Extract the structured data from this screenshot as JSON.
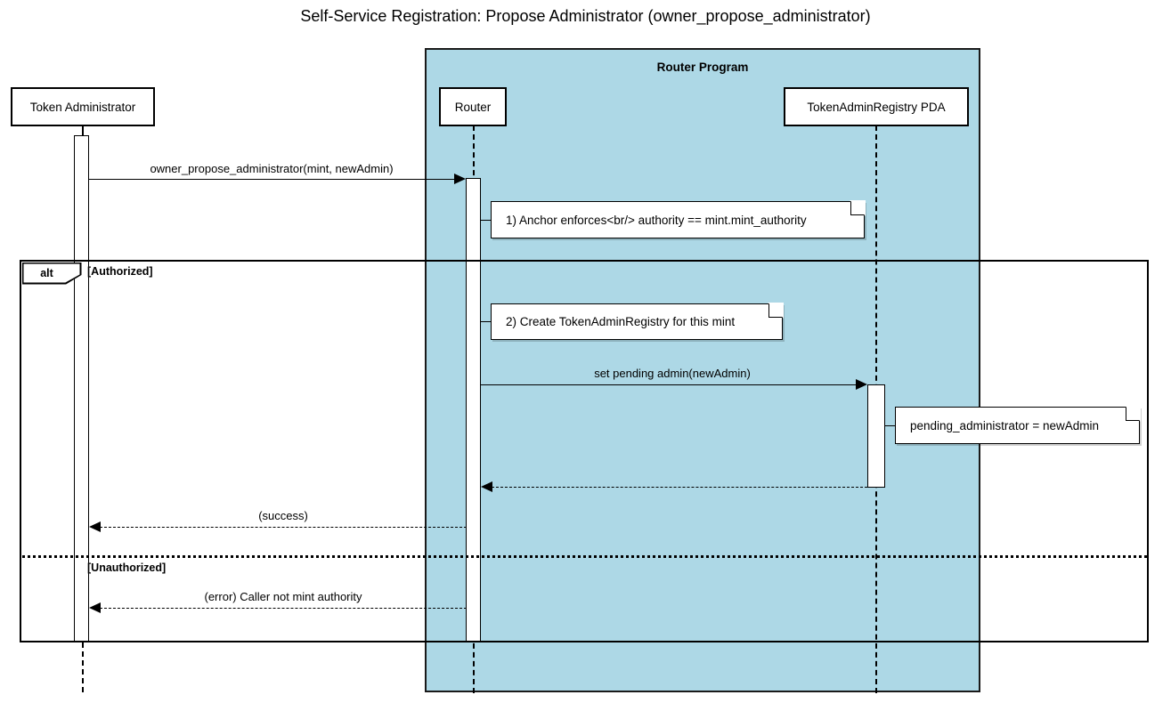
{
  "title": "Self-Service Registration: Propose Administrator (owner_propose_administrator)",
  "group": {
    "label": "Router Program",
    "color": "#add8e6",
    "border_color": "#1a1a1a"
  },
  "participants": [
    {
      "id": "token-administrator",
      "label": "Token Administrator"
    },
    {
      "id": "router",
      "label": "Router"
    },
    {
      "id": "token-admin-registry-pda",
      "label": "TokenAdminRegistry PDA"
    }
  ],
  "messages": [
    {
      "id": "owner-propose-administrator",
      "label": "owner_propose_administrator(mint, newAdmin)",
      "from": "token-administrator",
      "to": "router",
      "style": "solid",
      "direction": "right"
    },
    {
      "id": "set-pending-admin",
      "label": "set pending admin(newAdmin)",
      "from": "router",
      "to": "token-admin-registry-pda",
      "style": "solid",
      "direction": "right"
    },
    {
      "id": "pda-return",
      "label": "",
      "from": "token-admin-registry-pda",
      "to": "router",
      "style": "dashed",
      "direction": "left"
    },
    {
      "id": "success-return",
      "label": "(success)",
      "from": "router",
      "to": "token-administrator",
      "style": "dashed",
      "direction": "left"
    },
    {
      "id": "error-return",
      "label": "(error) Caller not mint authority",
      "from": "router",
      "to": "token-administrator",
      "style": "dashed",
      "direction": "left"
    }
  ],
  "notes": [
    {
      "id": "note-anchor-enforces",
      "text": "1) Anchor enforces<br/> authority == mint.mint_authority",
      "attached_to": "router"
    },
    {
      "id": "note-create-registry",
      "text": "2) Create TokenAdminRegistry for this mint",
      "attached_to": "router"
    },
    {
      "id": "note-pending-administrator",
      "text": "pending_administrator = newAdmin",
      "attached_to": "token-admin-registry-pda"
    }
  ],
  "alt_fragment": {
    "operator": "alt",
    "branches": [
      {
        "id": "branch-authorized",
        "guard": "[Authorized]"
      },
      {
        "id": "branch-unauthorized",
        "guard": "[Unauthorized]"
      }
    ]
  }
}
